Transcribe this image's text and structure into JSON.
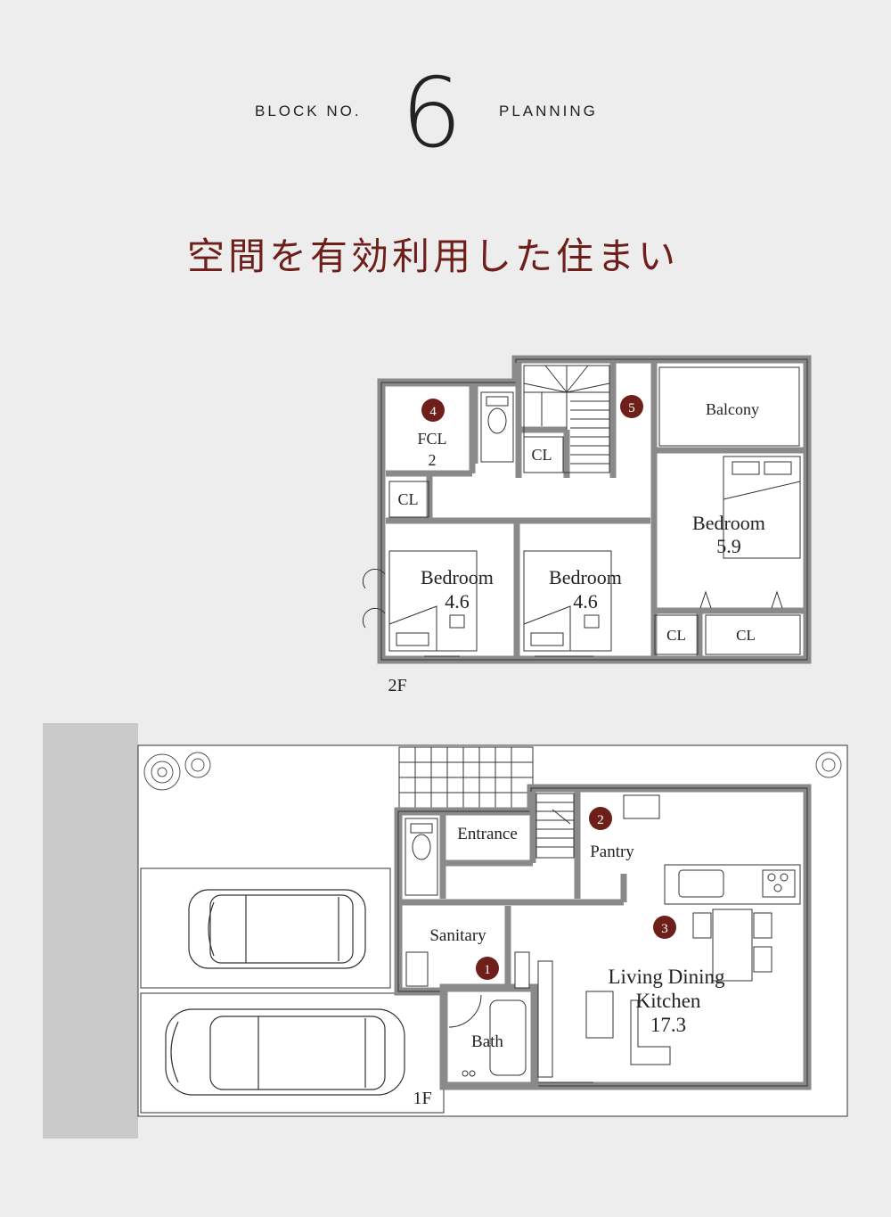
{
  "header": {
    "prefix": "BLOCK NO.",
    "number": "6",
    "suffix": "PLANNING"
  },
  "tagline": "空間を有効利用した住まい",
  "floor2": {
    "label": "2F",
    "rooms": {
      "fcl": "FCL",
      "fcl_size": "2",
      "cl_top": "CL",
      "cl_left": "CL",
      "balcony": "Balcony",
      "bedroom_right": "Bedroom",
      "bedroom_right_size": "5.9",
      "bedroom_left": "Bedroom",
      "bedroom_left_size": "4.6",
      "bedroom_mid": "Bedroom",
      "bedroom_mid_size": "4.6",
      "cl_bottom_mid": "CL",
      "cl_bottom_right": "CL"
    },
    "markers": [
      "4",
      "5"
    ]
  },
  "floor1": {
    "label": "1F",
    "rooms": {
      "entrance": "Entrance",
      "pantry": "Pantry",
      "sanitary": "Sanitary",
      "bath": "Bath",
      "ldk_line1": "Living Dining",
      "ldk_line2": "Kitchen",
      "ldk_size": "17.3"
    },
    "markers": [
      "1",
      "2",
      "3"
    ]
  },
  "colors": {
    "marker": "#6e1f1a",
    "wall": "#8a8a8a",
    "ink": "#222222",
    "background": "#ededed",
    "side_strip": "#c9c9c9"
  }
}
